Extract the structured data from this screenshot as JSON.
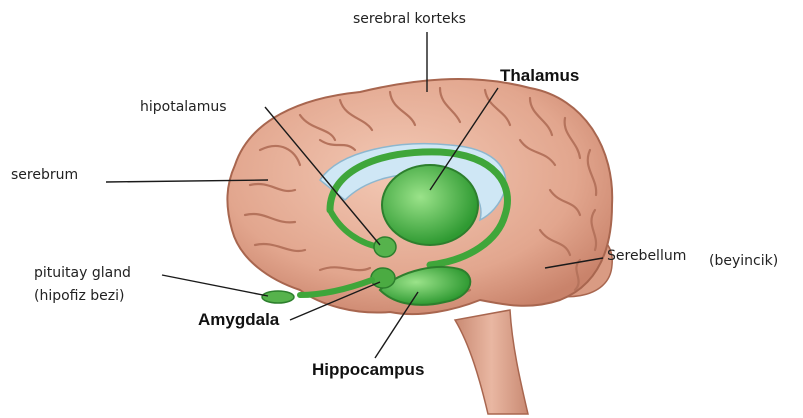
{
  "labels": {
    "serebral_korteks": "serebral korteks",
    "thalamus": "Thalamus",
    "hipotalamus": "hipotalamus",
    "serebrum": "serebrum",
    "serebellum": "Serebellum",
    "beyincik": "(beyincik)",
    "pituitay_gland": "pituitay gland",
    "hipofiz_bezi": "(hipofiz bezi)",
    "amygdala": "Amygdala",
    "hippocampus": "Hippocampus"
  },
  "colors": {
    "brain_fill": "#e4aa92",
    "brain_gyri": "#f1c6b2",
    "brain_sulci": "#b9765f",
    "limbic_green": "#3fa63a",
    "limbic_light": "#8fd27c",
    "ventricle": "#cde6f4",
    "stem": "#dca38c",
    "leader_line": "#1a1a1a"
  }
}
